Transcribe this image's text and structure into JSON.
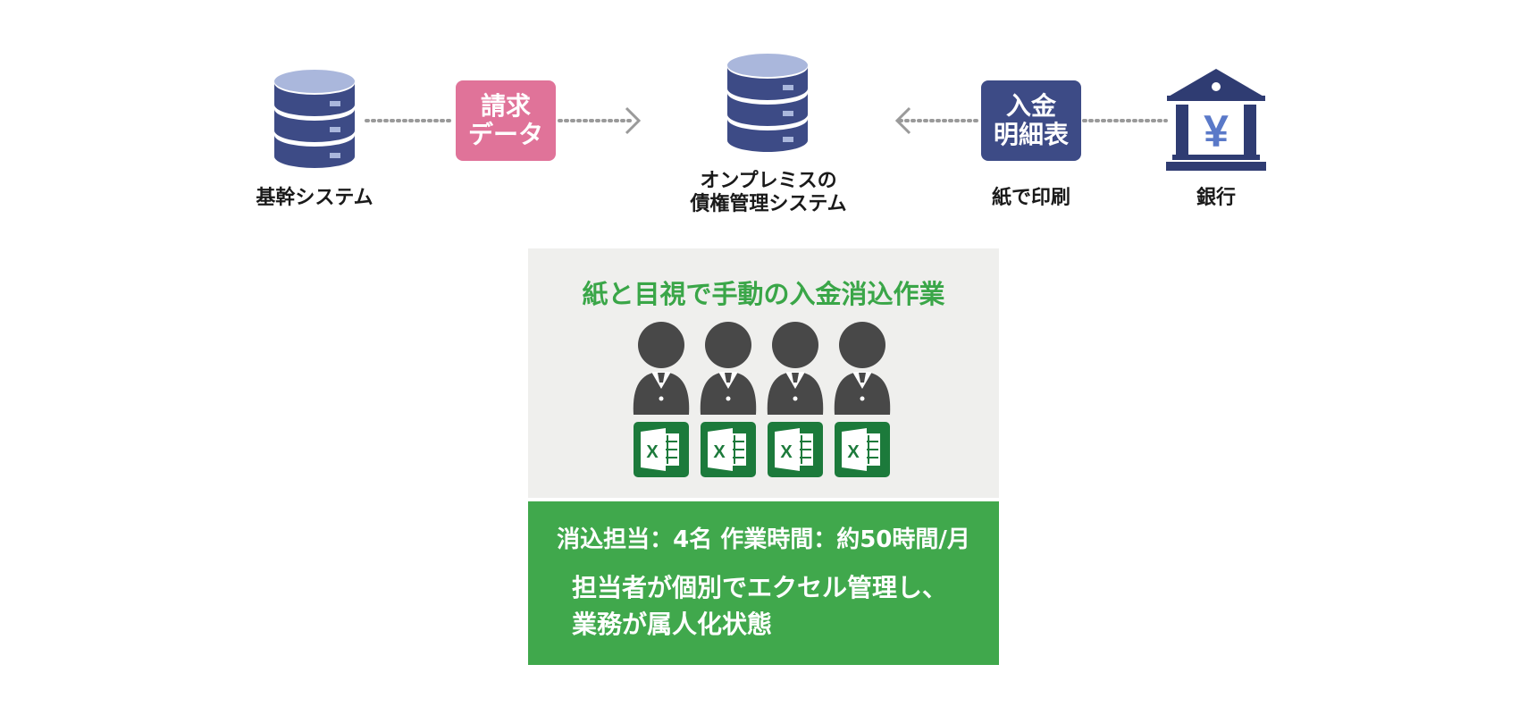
{
  "nodes": {
    "core_system": {
      "label": "基幹システム"
    },
    "billing_data": {
      "line1": "請求",
      "line2": "データ"
    },
    "onprem_system": {
      "line1": "オンプレミスの",
      "line2": "債権管理システム"
    },
    "deposit_statement": {
      "line1": "入金",
      "line2": "明細表"
    },
    "paper_print": {
      "label": "紙で印刷"
    },
    "bank": {
      "label": "銀行",
      "symbol": "¥"
    }
  },
  "panel": {
    "title": "紙と目視で手動の入金消込作業",
    "worker_count": 4,
    "spreadsheet_icon_letter": "X",
    "stats": "消込担当：4名 作業時間：約50時間/月",
    "description": [
      "担当者が個別でエクセル管理し、",
      "業務が属人化状態"
    ]
  },
  "colors": {
    "database": "#3d4b86",
    "database_top": "#aab7dc",
    "billing_pill": "#e07399",
    "statement_pill": "#3d4b86",
    "bank": "#2f3c72",
    "bank_symbol": "#5a79c8",
    "panel_top_bg": "#efefed",
    "panel_green": "#40a84c",
    "title_green": "#3aa648",
    "person": "#484848",
    "excel": "#1c7a3b",
    "arrow": "#9a9a9a"
  }
}
